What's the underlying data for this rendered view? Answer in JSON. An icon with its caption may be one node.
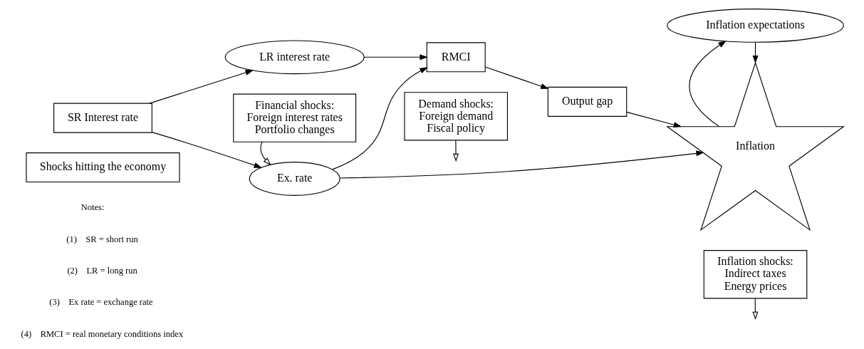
{
  "diagram": {
    "nodes": [
      {
        "text": [
          "SR Interest rate"
        ]
      },
      {
        "text": [
          "LR interest rate"
        ]
      },
      {
        "text": [
          "Ex. rate"
        ]
      },
      {
        "text": [
          "RMCI"
        ]
      },
      {
        "text": [
          "Output gap"
        ]
      },
      {
        "text": [
          "Inflation expectations"
        ]
      },
      {
        "text": [
          "Inflation"
        ]
      },
      {
        "text": [
          "Shocks hitting the economy"
        ]
      },
      {
        "text": [
          "Financial shocks:",
          "Foreign interest rates",
          "Portfolio changes"
        ]
      },
      {
        "text": [
          "Demand shocks:",
          "Foreign demand",
          "Fiscal policy"
        ]
      },
      {
        "text": [
          "Inflation shocks:",
          "Indirect taxes",
          "Energy prices"
        ]
      }
    ],
    "edges": [
      {
        "from": 0,
        "to": 1,
        "arrow": "to"
      },
      {
        "from": 0,
        "to": 2,
        "arrow": "to"
      },
      {
        "from": 1,
        "to": 3,
        "arrow": "to"
      },
      {
        "from": 2,
        "to": 3,
        "arrow": "to"
      },
      {
        "from": 3,
        "to": 4,
        "arrow": "to"
      },
      {
        "from": 4,
        "to": 6,
        "arrow": "to"
      },
      {
        "from": 5,
        "to": 6,
        "arrow": "to"
      },
      {
        "from": 6,
        "to": 5,
        "arrow": "to"
      },
      {
        "from": 2,
        "to": 6,
        "arrow": "to"
      },
      {
        "from": 8,
        "to": 2,
        "arrow": "to"
      },
      {
        "from": 9,
        "to": null,
        "arrow": "to"
      },
      {
        "from": 10,
        "to": null,
        "arrow": "to"
      }
    ],
    "labels": [
      "Notes:",
      "(1)    SR = short run",
      "(2)    LR = long run",
      "(3)    Ex rate = exchange rate",
      "(4)    RMCI = real monetary conditions index"
    ]
  }
}
